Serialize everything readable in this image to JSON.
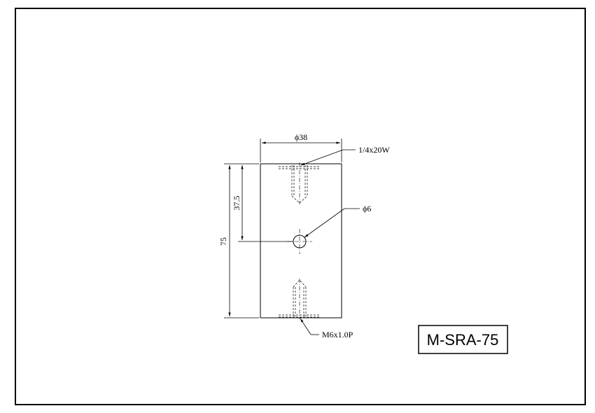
{
  "drawing": {
    "model": "M-SRA-75",
    "dimensions": {
      "diameter": "ϕ38",
      "height": "75",
      "half_height": "37.5"
    },
    "callouts": {
      "top_thread": "1/4x20W",
      "side_hole": "ϕ6",
      "bottom_thread": "M6x1.0P"
    }
  }
}
